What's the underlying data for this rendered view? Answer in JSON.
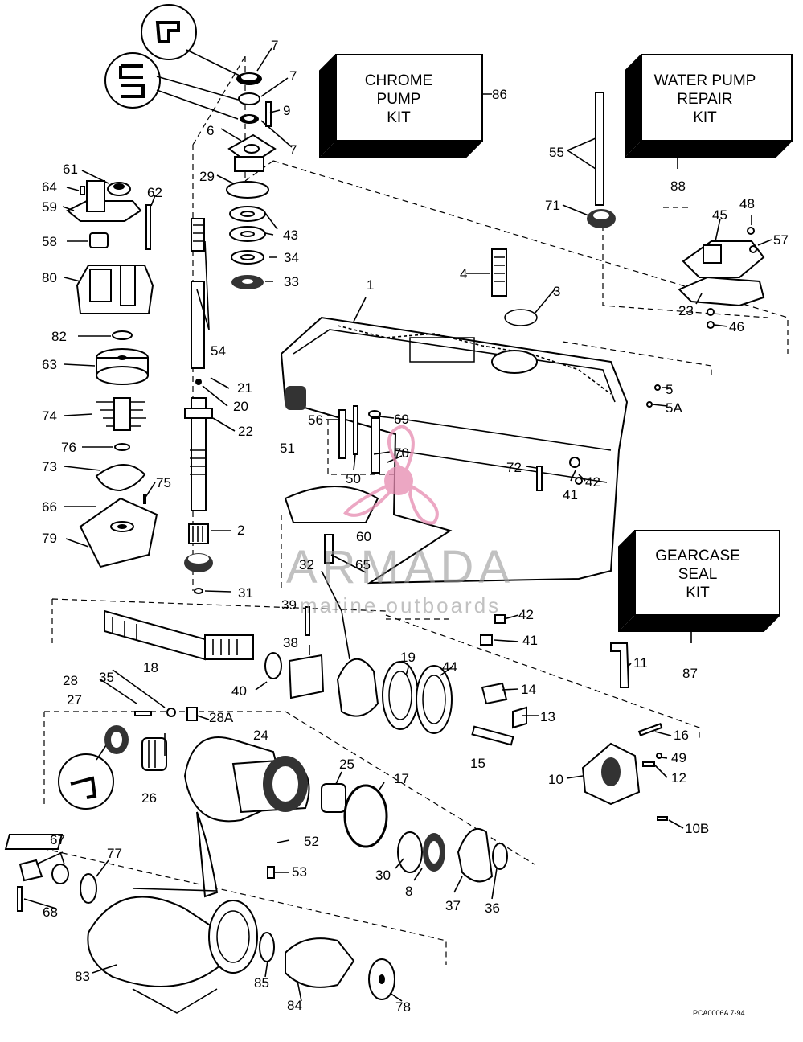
{
  "kits": [
    {
      "id": "86",
      "lines": [
        "CHROME",
        "PUMP",
        "KIT"
      ]
    },
    {
      "id": "88",
      "lines": [
        "WATER PUMP",
        "REPAIR",
        "KIT"
      ]
    },
    {
      "id": "87",
      "lines": [
        "GEARCASE",
        "SEAL",
        "KIT"
      ]
    }
  ],
  "labels": [
    "7",
    "7",
    "9",
    "7",
    "6",
    "29",
    "43",
    "34",
    "33",
    "61",
    "64",
    "62",
    "59",
    "58",
    "80",
    "82",
    "63",
    "74",
    "76",
    "73",
    "75",
    "66",
    "79",
    "54",
    "21",
    "20",
    "22",
    "2",
    "32",
    "31",
    "65",
    "60",
    "1",
    "4",
    "3",
    "51",
    "56",
    "69",
    "70",
    "50",
    "72",
    "41",
    "42",
    "5",
    "5A",
    "55",
    "71",
    "45",
    "48",
    "57",
    "23",
    "46",
    "86",
    "88",
    "87",
    "18",
    "39",
    "38",
    "40",
    "19",
    "44",
    "42",
    "41",
    "11",
    "14",
    "13",
    "15",
    "16",
    "49",
    "12",
    "10",
    "10B",
    "28",
    "35",
    "27",
    "28A",
    "24",
    "26",
    "25",
    "17",
    "52",
    "53",
    "30",
    "8",
    "37",
    "36",
    "67",
    "77",
    "68",
    "83",
    "85",
    "84",
    "78"
  ],
  "watermark": {
    "brand": "ARMADA",
    "tagline": "marine outboards"
  },
  "footer_code": "PCA0006A  7-94"
}
